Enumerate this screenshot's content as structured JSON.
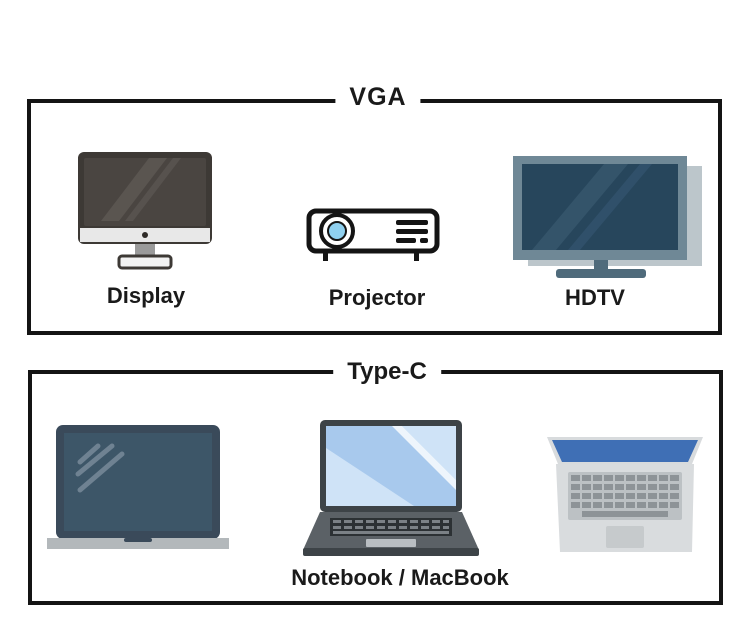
{
  "groups": [
    {
      "title": "VGA",
      "devices": [
        {
          "label": "Display",
          "icon": "monitor-icon"
        },
        {
          "label": "Projector",
          "icon": "projector-icon"
        },
        {
          "label": "HDTV",
          "icon": "hdtv-icon"
        }
      ]
    },
    {
      "title": "Type-C",
      "devices": [
        {
          "label": "Notebook / MacBook",
          "icon": "laptop-icons"
        }
      ]
    }
  ]
}
